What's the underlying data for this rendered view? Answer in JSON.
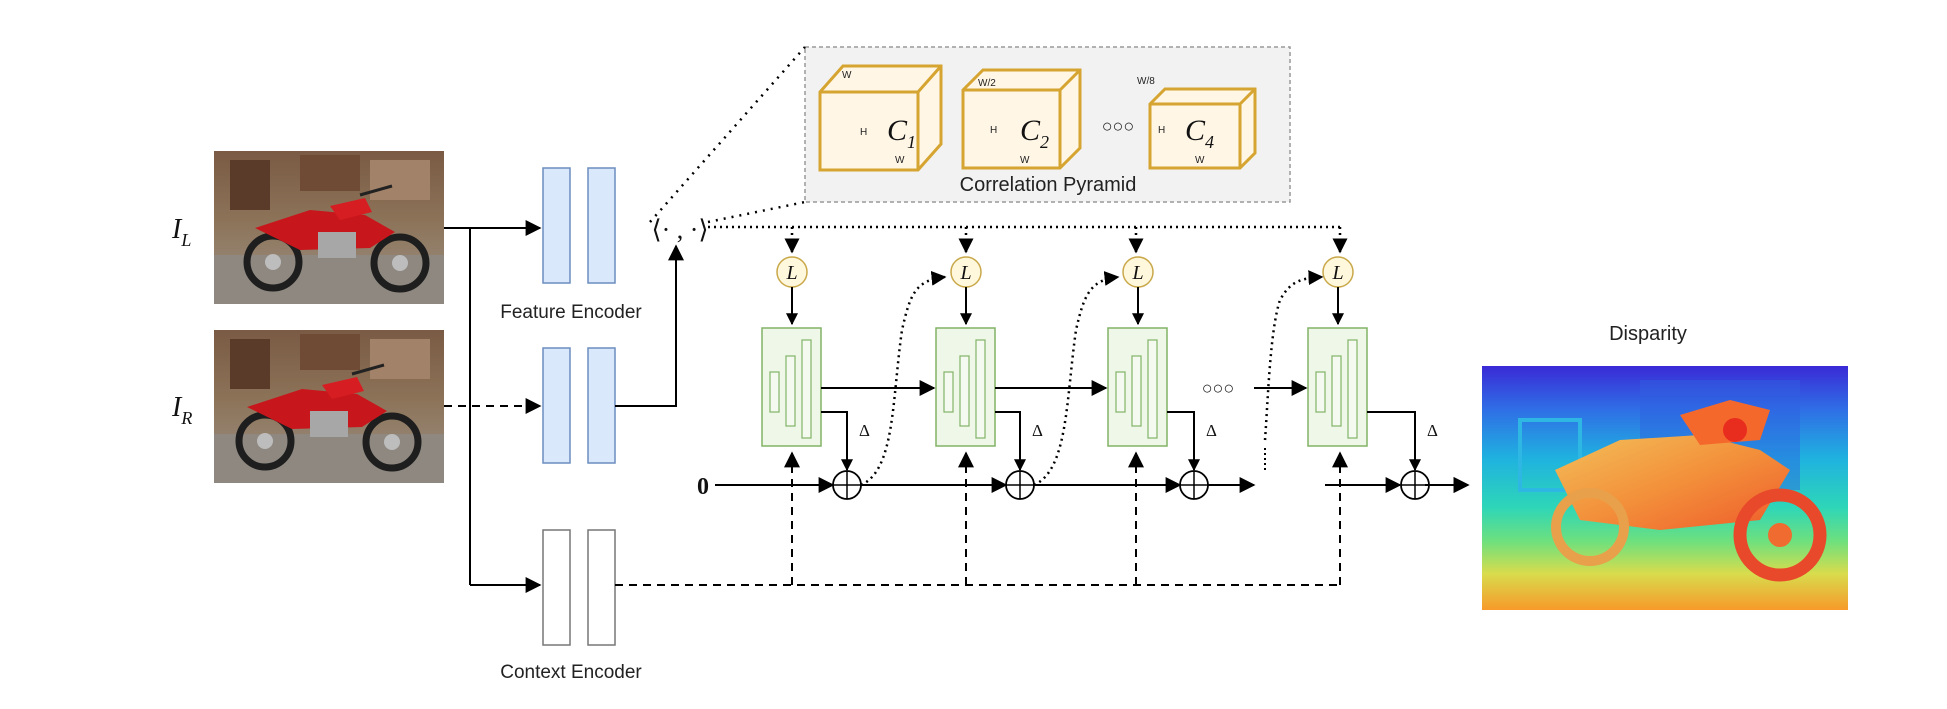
{
  "inputs": {
    "left_label": "I",
    "left_sub": "L",
    "right_label": "I",
    "right_sub": "R"
  },
  "encoders": {
    "feature": "Feature Encoder",
    "context": "Context Encoder"
  },
  "correlation": {
    "title": "Correlation Pyramid",
    "volumes": [
      {
        "name": "C",
        "sub": "1",
        "top_dim": "W",
        "side_dim": "H",
        "bottom_dim": "W"
      },
      {
        "name": "C",
        "sub": "2",
        "top_dim": "W/2",
        "side_dim": "H",
        "bottom_dim": "W"
      },
      {
        "name": "C",
        "sub": "4",
        "top_dim": "W/8",
        "side_dim": "H",
        "bottom_dim": "W"
      }
    ],
    "ellipsis": "○○○",
    "op_symbol": "⟨· , ·⟩"
  },
  "update": {
    "lookup_symbol": "L",
    "delta_symbol": "Δ",
    "plus_symbol": "⊕",
    "init_value": "0",
    "ellipsis": "○○○"
  },
  "output": {
    "title": "Disparity"
  },
  "colors": {
    "feature_fill": "#dae8fc",
    "feature_stroke": "#6c8ebf",
    "gru_fill": "#eef7e8",
    "gru_stroke": "#82b366",
    "cube_stroke": "#d6a430",
    "cube_fill": "#fff6e6",
    "lookup_fill": "#fff8dd",
    "lookup_stroke": "#c9a84a",
    "pyramid_bg": "#f2f2f2"
  }
}
